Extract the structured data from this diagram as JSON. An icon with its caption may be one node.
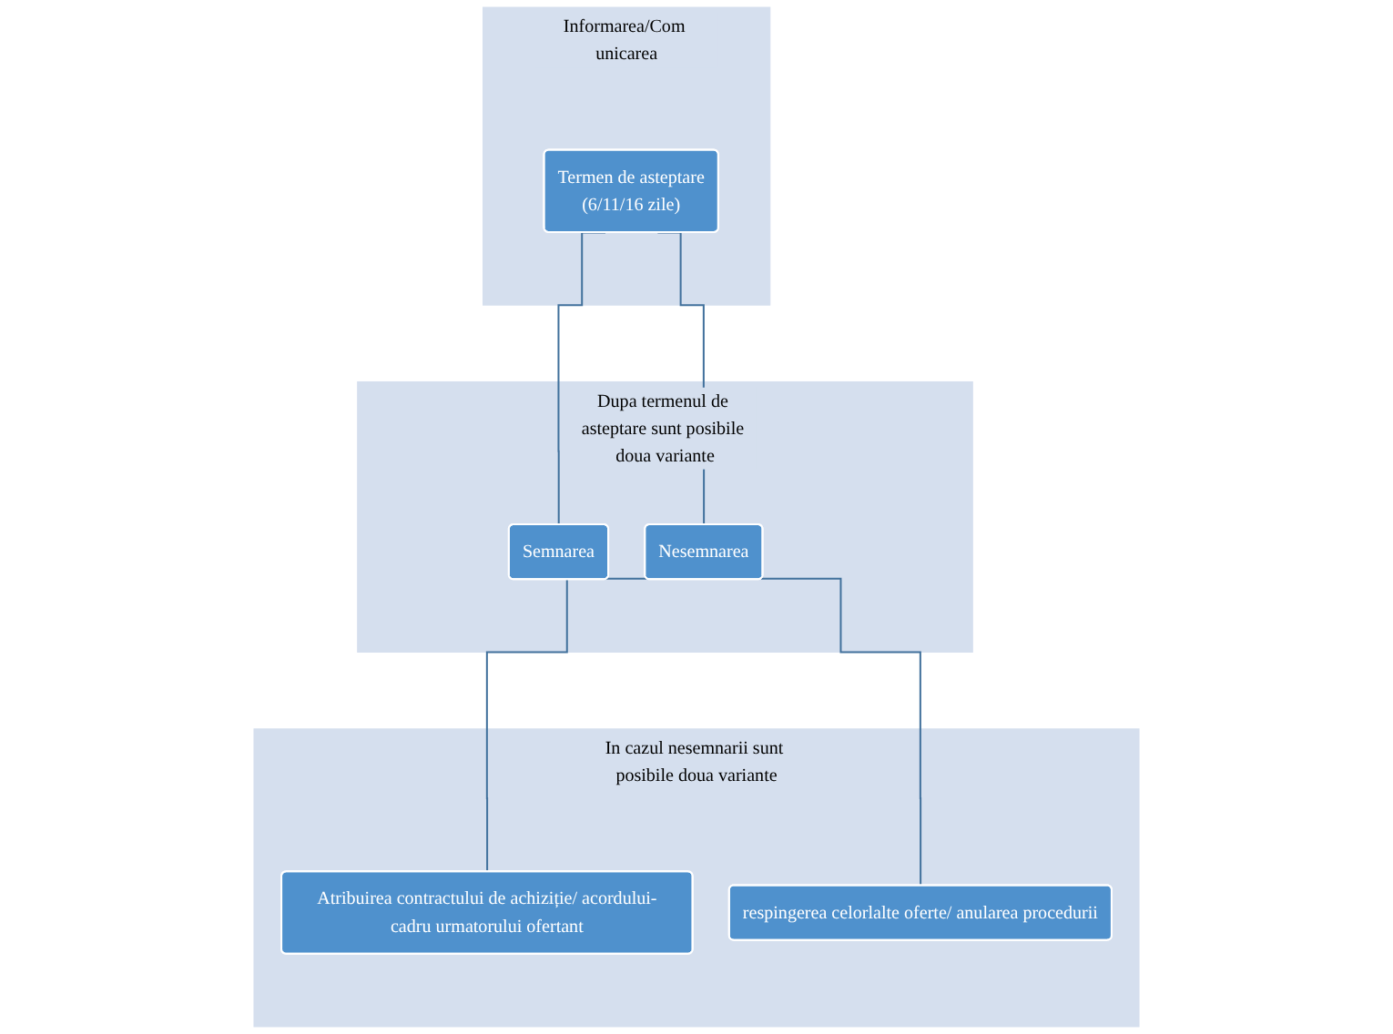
{
  "diagram": {
    "nodes": [
      {
        "text": [
          "Informarea/Com unicarea"
        ]
      },
      {
        "text": [
          "Termen de asteptare",
          "(6/11/16 zile)"
        ],
        "in": 0
      },
      {
        "text": [
          "Dupa termenul de asteptare sunt posibile doua variante"
        ]
      },
      {
        "text": [
          "Semnarea"
        ],
        "in": 2
      },
      {
        "text": [
          "Nesemnarea"
        ],
        "in": 2
      },
      {
        "text": [
          "In cazul nesemnarii sunt posibile doua variante"
        ]
      },
      {
        "text": [
          "Atribuirea contractului de achiziție/ acordului-cadru urmatorului ofertant"
        ],
        "in": 5
      },
      {
        "text": [
          "respingerea celorlalte oferte/ anularea procedurii"
        ],
        "in": 5
      }
    ],
    "edges": [
      {
        "from": 1,
        "to": 3,
        "arrow": "none"
      },
      {
        "from": 1,
        "to": 4,
        "arrow": "none"
      },
      {
        "from": 4,
        "to": 6,
        "arrow": "none"
      },
      {
        "from": 4,
        "to": 7,
        "arrow": "none"
      }
    ]
  }
}
